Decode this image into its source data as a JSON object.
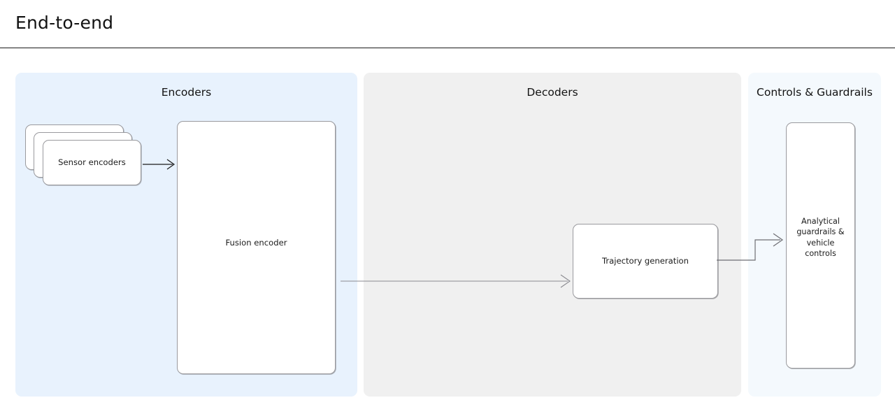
{
  "header": {
    "title": "End-to-end"
  },
  "colors": {
    "encoders_panel": "#e8f2fd",
    "decoders_panel": "#f0f0f0",
    "controls_panel": "#f4f9fd",
    "node_border": "#9a9a9e",
    "node_fill": "#ffffff",
    "connector_dark": "#1b1b1b",
    "connector_gray": "#8a8a90",
    "text": "#1a1a1a"
  },
  "panels": [
    {
      "id": "encoders",
      "title": "Encoders",
      "nodes": [
        {
          "id": "sensor-encoders",
          "label": "Sensor encoders",
          "style": "stack",
          "stack_count": 3
        },
        {
          "id": "fusion-encoder",
          "label": "Fusion encoder",
          "style": "box"
        }
      ]
    },
    {
      "id": "decoders",
      "title": "Decoders",
      "nodes": [
        {
          "id": "trajectory-generation",
          "label": "Trajectory generation",
          "style": "box"
        }
      ]
    },
    {
      "id": "controls",
      "title": "Controls & Guardrails",
      "nodes": [
        {
          "id": "analytical-guardrails",
          "label": "Analytical guardrails & vehicle controls",
          "style": "box"
        }
      ]
    }
  ],
  "connectors": [
    {
      "id": "sensor-to-fusion",
      "from": "sensor-encoders",
      "to": "fusion-encoder",
      "shape": "straight-arrow",
      "direction": "right"
    },
    {
      "id": "fusion-to-trajectory",
      "from": "fusion-encoder",
      "to": "trajectory-generation",
      "shape": "straight-arrow",
      "direction": "right"
    },
    {
      "id": "trajectory-to-guardrails",
      "from": "trajectory-generation",
      "to": "analytical-guardrails",
      "shape": "elbow-arrow",
      "direction": "right-up-right"
    }
  ]
}
